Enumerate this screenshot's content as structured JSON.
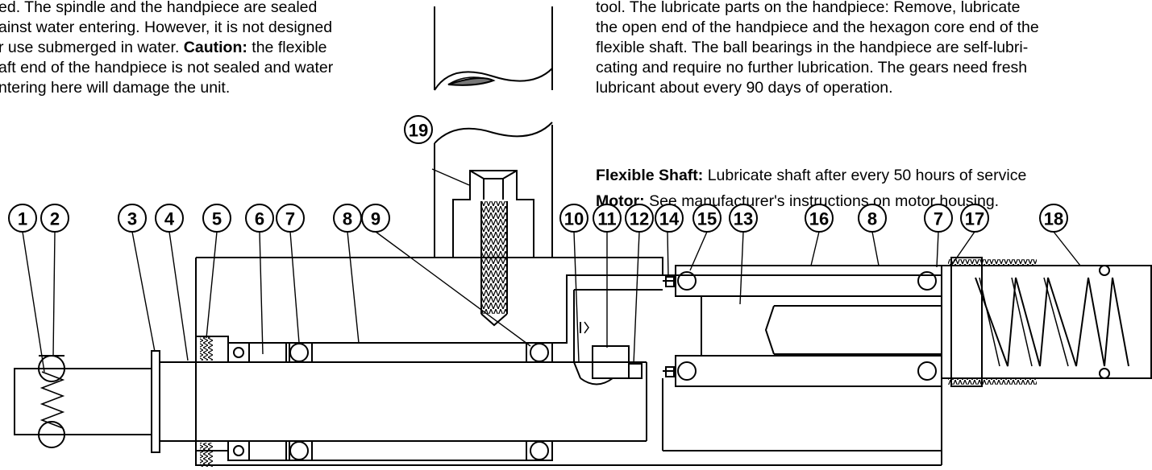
{
  "left_text": {
    "lines": [
      "ed. The spindle and the handpiece are sealed",
      "ainst water entering. However, it is not designed",
      "r use submerged in water.",
      "aft end of the handpiece is not sealed and water",
      "ntering here will damage the unit."
    ],
    "caution_label": "Caution:",
    "caution_rest": " the flexible"
  },
  "right_text": {
    "lines": [
      "tool. The lubricate parts on the handpiece: Remove, lubricate",
      "the open end of the handpiece and the hexagon core end of the",
      "flexible shaft. The ball bearings in the handpiece are self-lubri-",
      "cating and require no further lubrication. The gears need fresh",
      "lubricant about every 90 days of operation."
    ]
  },
  "flexible_shaft": {
    "label": "Flexible Shaft:",
    "text": " Lubricate shaft after every 50 hours of service"
  },
  "motor": {
    "label": "Motor:",
    "text": " See manufacturer's instructions on motor housing."
  },
  "callouts": [
    "1",
    "2",
    "3",
    "4",
    "5",
    "6",
    "7",
    "8",
    "9",
    "10",
    "11",
    "12",
    "14",
    "15",
    "13",
    "16",
    "8",
    "7",
    "17",
    "18",
    "19"
  ]
}
